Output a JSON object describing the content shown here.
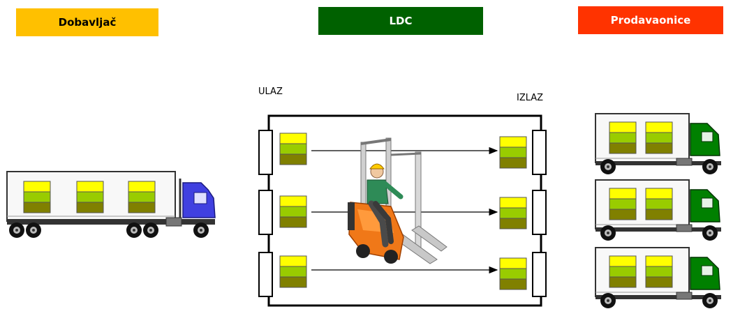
{
  "headers": {
    "supplier": "Dobavljač",
    "ldc": "LDC",
    "stores": "Prodavaonice"
  },
  "labels": {
    "entrance": "ULAZ",
    "exit": "IZLAZ"
  },
  "colors": {
    "supplier": "#ffc000",
    "ldc": "#006100",
    "stores": "#ff3300",
    "supplier_truck_cab": "#4040e0",
    "store_truck_cab": "#008000",
    "box_top": "#ffff00",
    "box_mid": "#99cc00",
    "box_bottom": "#808000"
  },
  "icons": [
    "supplier-truck-icon",
    "forklift-worker-icon",
    "store-truck-icon",
    "pallet-box-icon",
    "dock-door-icon"
  ]
}
